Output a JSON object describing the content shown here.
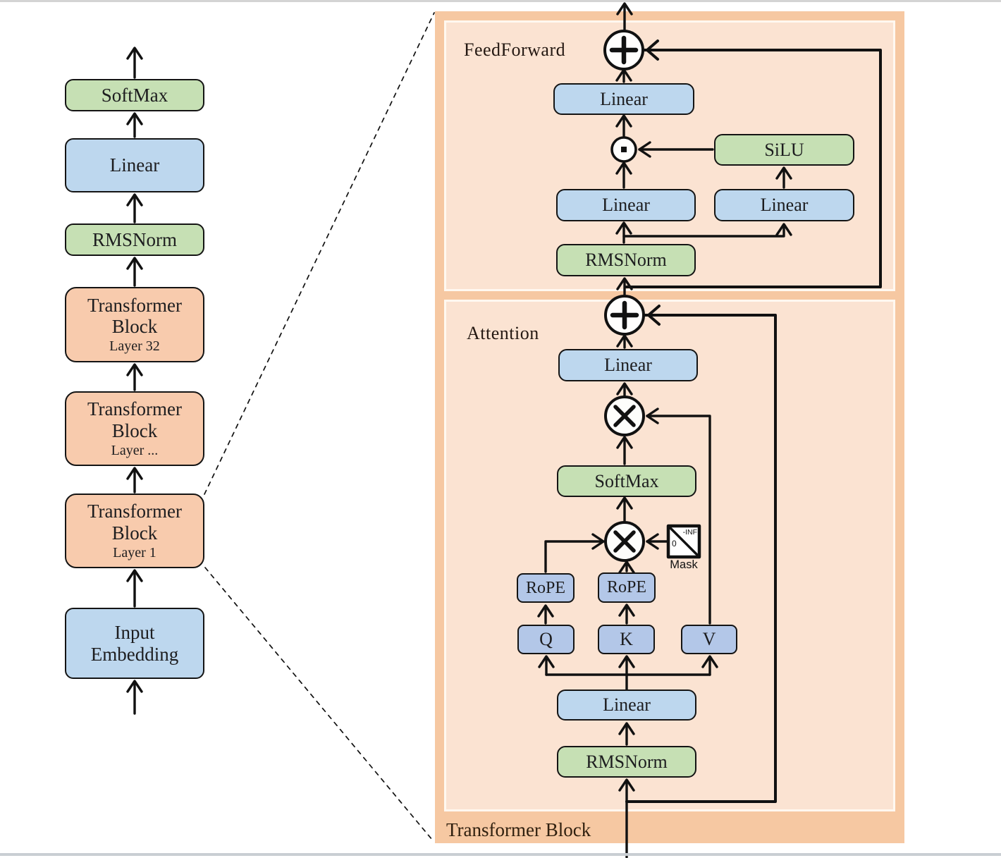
{
  "colors": {
    "panel_outer": "#f6c8a2",
    "panel_inner": "#fbe3d2",
    "box_blue": "#bdd7ee",
    "box_green": "#c6e0b4",
    "box_orange": "#f8cbad",
    "box_periwinkle": "#b3c7e8",
    "line": "#111111"
  },
  "pipeline": {
    "blocks": [
      {
        "label": "SoftMax"
      },
      {
        "label": "Linear"
      },
      {
        "label": "RMSNorm"
      },
      {
        "line1": "Transformer",
        "line2": "Block",
        "sublabel": "Layer 32"
      },
      {
        "line1": "Transformer",
        "line2": "Block",
        "sublabel": "Layer ..."
      },
      {
        "line1": "Transformer",
        "line2": "Block",
        "sublabel": "Layer 1"
      },
      {
        "line1": "Input",
        "line2": "Embedding"
      }
    ]
  },
  "detail": {
    "title": "Transformer Block",
    "feedforward": {
      "section_label": "FeedForward",
      "output_linear": "Linear",
      "silu": "SiLU",
      "gate_linear": "Linear",
      "up_linear": "Linear",
      "rmsnorm": "RMSNorm"
    },
    "attention": {
      "section_label": "Attention",
      "output_linear": "Linear",
      "softmax": "SoftMax",
      "rope_q": "RoPE",
      "rope_k": "RoPE",
      "q": "Q",
      "k": "K",
      "v": "V",
      "mask_label": "Mask",
      "mask_zero": "0",
      "mask_neg_inf": "-INF",
      "qkv_linear": "Linear",
      "rmsnorm": "RMSNorm"
    }
  }
}
